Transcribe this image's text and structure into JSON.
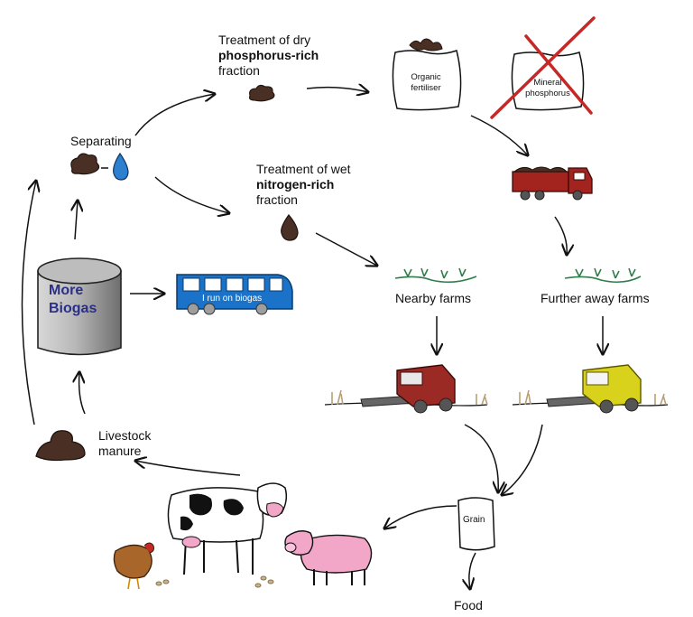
{
  "steps": {
    "dry_treatment": {
      "line1": "Treatment of dry",
      "bold": "phosphorus-rich",
      "line3": "fraction"
    },
    "wet_treatment": {
      "line1": "Treatment of wet",
      "bold": "nitrogen-rich",
      "line3": "fraction"
    },
    "separating": "Separating",
    "biogas": {
      "line1": "More",
      "line2": "Biogas"
    },
    "bus_text": "I run on biogas",
    "organic_fertiliser": {
      "line1": "Organic",
      "line2": "fertiliser"
    },
    "mineral_phosphorus": {
      "line1": "Mineral",
      "line2": "phosphorus"
    },
    "nearby_farms": "Nearby farms",
    "further_farms": "Further away farms",
    "livestock_manure": {
      "line1": "Livestock",
      "line2": "manure"
    },
    "grain": "Grain",
    "food": "Food"
  },
  "colors": {
    "tank_gray": "#9a9a9a",
    "biogas_text": "#2b2f86",
    "bus_blue": "#1a73c8",
    "truck_red": "#a3231f",
    "cross_red": "#c62828",
    "harvester_red": "#9c2a24",
    "harvester_yellow": "#d9d21c",
    "manure_brown": "#4a3024",
    "water_blue": "#2d7fd0",
    "plant_green": "#2e7d4a",
    "pig_pink": "#f2a7c9",
    "hen_brown": "#a8662a"
  }
}
